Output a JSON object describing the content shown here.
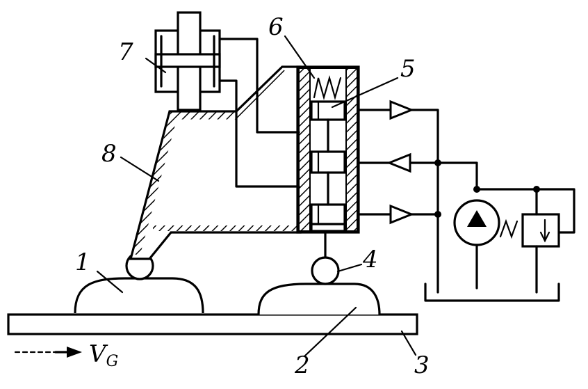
{
  "labels": {
    "l1": "1",
    "l2": "2",
    "l3": "3",
    "l4": "4",
    "l5": "5",
    "l6": "6",
    "l7": "7",
    "l8": "8",
    "v": "V",
    "v_sub": "G"
  }
}
